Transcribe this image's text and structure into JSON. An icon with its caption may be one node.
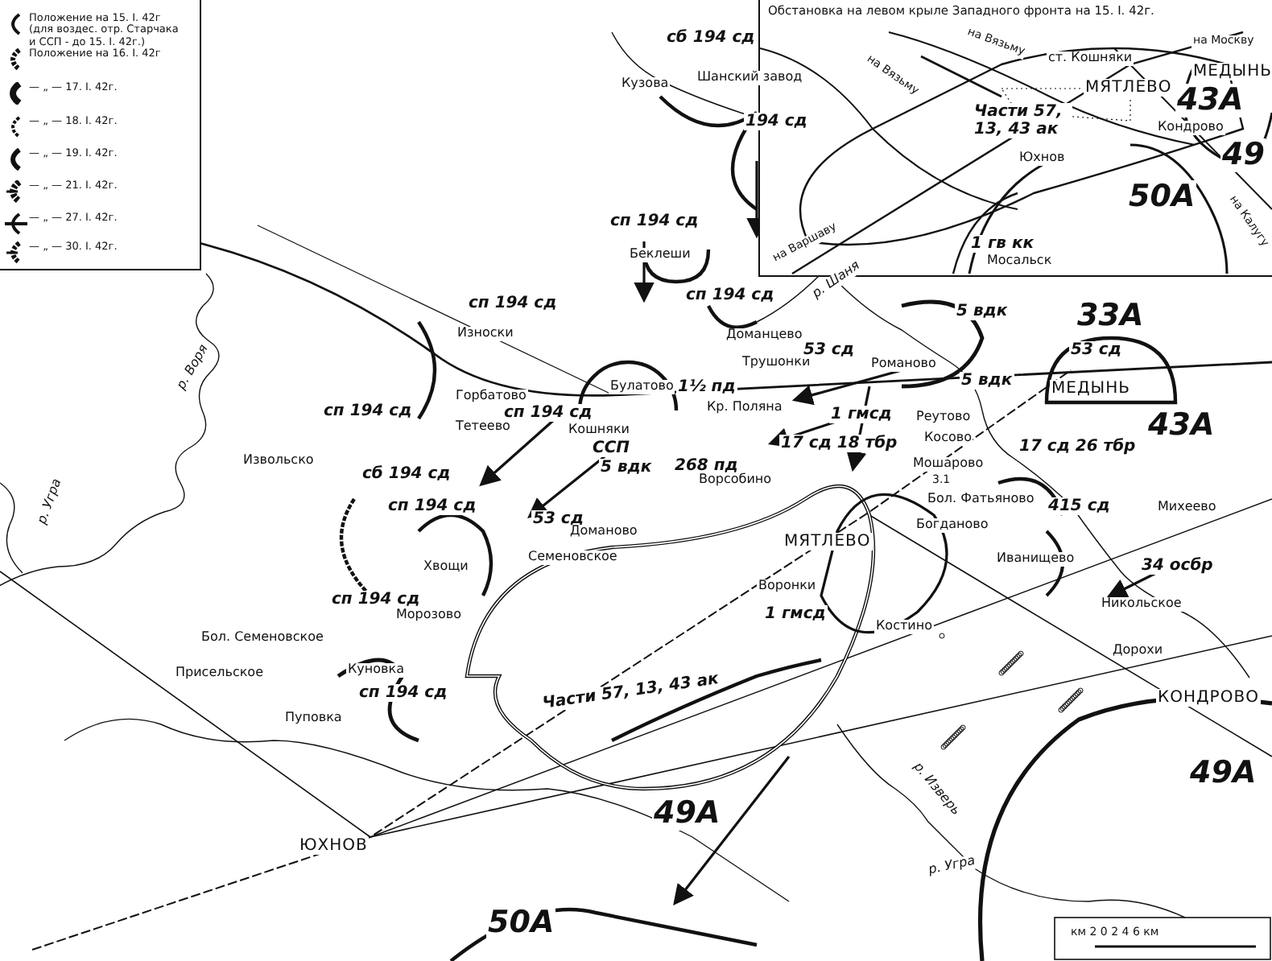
{
  "diagram": {
    "labels": [
      "сб 194 сд",
      "Кузова",
      "Шанский завод",
      "194 сд",
      "сп 194 сд",
      "Беклеши",
      "сп 194 сд",
      "Износки",
      "сп 194 сд",
      "Доманцево",
      "Трушонки",
      "Булатово",
      "1½ пд",
      "Кр. Поляна",
      "53 сд",
      "Романово",
      "5 вдк",
      "5 вдк",
      "33А",
      "53 сд",
      "МЕДЫНЬ",
      "Горбатово",
      "сп 194 сд",
      "Тетеево",
      "Кошняки",
      "ССП",
      "5 вдк",
      "268 пд",
      "Ворсобино",
      "1 гмсд",
      "17 сд 18 тбр",
      "Реутово",
      "Косово",
      "43А",
      "17 сд 26 тбр",
      "Мошарово",
      "3.1",
      "Бол. Фатьяново",
      "415 сд",
      "Михеево",
      "Богданово",
      "МЯТЛЕВО",
      "Иванищево",
      "34 осбр",
      "Никольское",
      "р. Воря",
      "р. Угра",
      "сп 194 сд",
      "Извольско",
      "сб 194 сд",
      "сп 194 сд",
      "53 сд",
      "Доманово",
      "Хвощи",
      "Семеновское",
      "Воронки",
      "1 гмсд",
      "Костино",
      "сп 194 сд",
      "Морозово",
      "Бол. Семеновское",
      "Присельское",
      "Куновка",
      "сп 194 сд",
      "Пуповка",
      "Части 57, 13, 43 ак",
      "Дорохи",
      "КОНДРОВО",
      "р. Шаня",
      "ЮХНОВ",
      "49А",
      "49А",
      "р. Изверь",
      "р. Угра",
      "50А",
      "Обстановка на левом крыле Западного фронта на 15. I. 42г.",
      "на Вязьму",
      "на Вязьму",
      "на Москву",
      "ст. Кошняки",
      "МЕДЫНЬ",
      "МЯТЛЕВО",
      "43А",
      "Части 57, 13, 43 ак",
      "Кондрово",
      "49",
      "Юхнов",
      "на Калугу",
      "50А",
      "на Варшаву",
      "1 гв кк",
      "Мосальск",
      "км 2 0 2 4 6 км"
    ],
    "legend": [
      {
        "text": "Положение на 15. I. 42г (для воздес. отр. Старчака и ССП - до 15. I. 42г.)"
      },
      {
        "text": "Положение на 16. I. 42г"
      },
      {
        "text": "— „ — 17. I. 42г."
      },
      {
        "text": "— „ — 18. I. 42г."
      },
      {
        "text": "— „ — 19. I. 42г."
      },
      {
        "text": "— „ — 21. I. 42г."
      },
      {
        "text": "— „ — 27. I. 42г."
      },
      {
        "text": "— „ — 30. I. 42г."
      }
    ]
  }
}
